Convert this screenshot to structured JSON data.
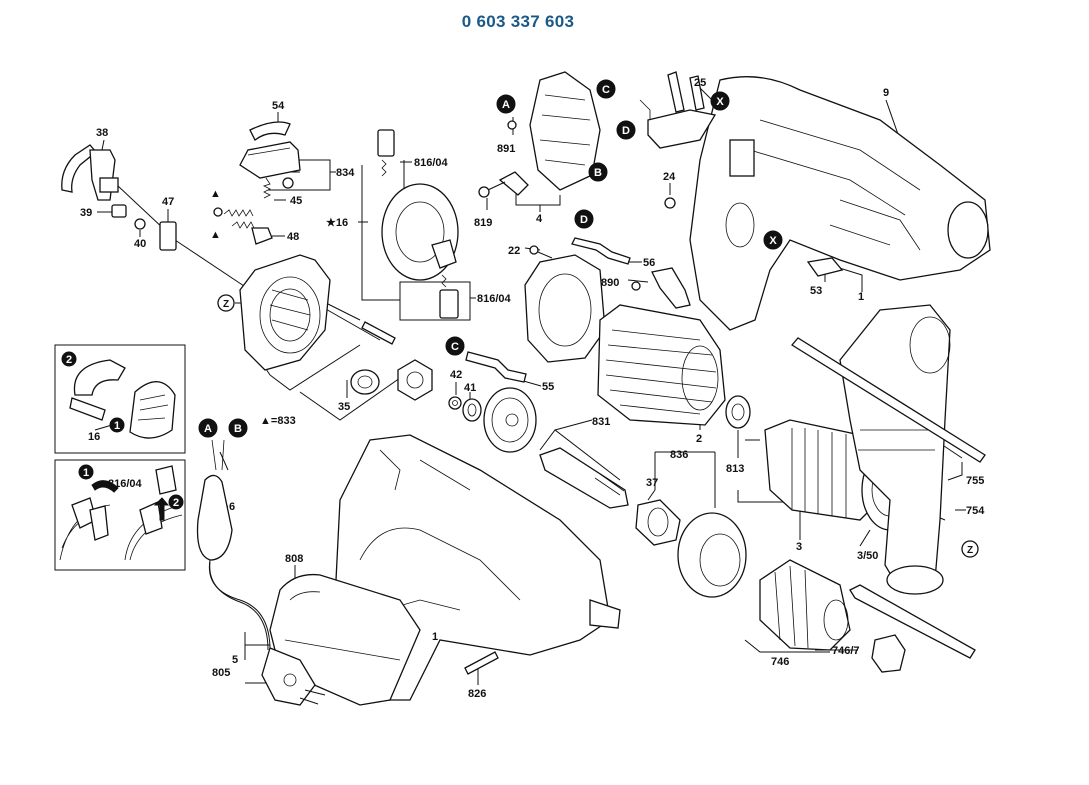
{
  "title": "0 603 337 603",
  "callouts": {
    "l38": "38",
    "l39": "39",
    "l40": "40",
    "l47": "47",
    "l54": "54",
    "l834": "834",
    "l45": "45",
    "l48": "48",
    "l816a": "816/04",
    "l16": "16",
    "l816b": "816/04",
    "l891": "891",
    "l819": "819",
    "l4": "4",
    "l22": "22",
    "l56": "56",
    "l890": "890",
    "l55": "55",
    "l25": "25",
    "l9": "9",
    "l24": "24",
    "l53": "53",
    "l1a": "1",
    "l35": "35",
    "l833": "833",
    "l42": "42",
    "l41": "41",
    "l831": "831",
    "l2": "2",
    "l813": "813",
    "l836": "836",
    "l37": "37",
    "l3": "3",
    "l350": "3/50",
    "l755": "755",
    "l754": "754",
    "l6": "6",
    "l808": "808",
    "l5": "5",
    "l805": "805",
    "l1b": "1",
    "l826": "826",
    "l746": "746",
    "l7467": "746/7",
    "inset1_16": "16",
    "inset2_816": "816/04"
  },
  "letter_badges": {
    "a1": "A",
    "b1": "B",
    "c1": "C",
    "d1": "D",
    "c2": "C",
    "d2": "D",
    "a2": "A",
    "b2": "B",
    "x1": "X",
    "x2": "X"
  },
  "step_badges": {
    "s2a": "2",
    "s1a": "1",
    "s1b": "1",
    "s2b": "2"
  },
  "ref_circles": {
    "z1": "Z",
    "z2": "Z"
  },
  "symbols": {
    "triangle": "▲",
    "star": "★"
  }
}
